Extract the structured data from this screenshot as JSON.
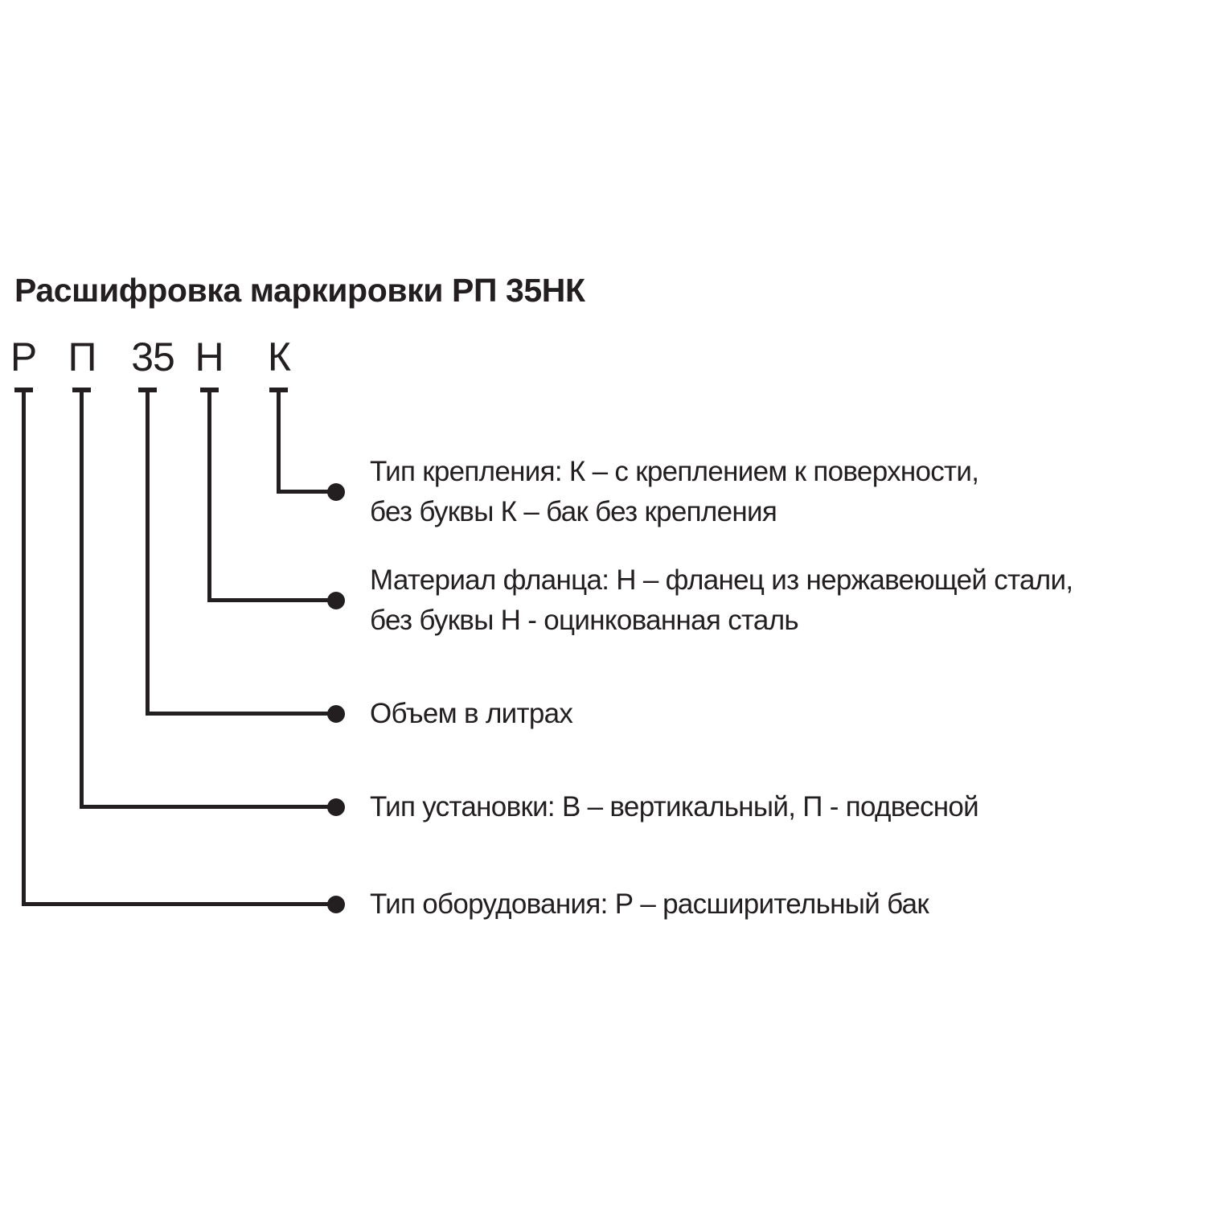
{
  "title": "Расшифровка маркировки РП 35НК",
  "marking": {
    "code": "РП 35НК",
    "characters": [
      "Р",
      "П",
      "35",
      "Н",
      "К"
    ]
  },
  "legend": {
    "items": [
      {
        "connects_to": "К",
        "lines": [
          "Тип крепления: К – с креплением к поверхности,",
          "без буквы К – бак без крепления"
        ]
      },
      {
        "connects_to": "Н",
        "lines": [
          "Материал фланца: Н – фланец из нержавеющей стали,",
          "без буквы Н - оцинкованная сталь"
        ]
      },
      {
        "connects_to": "35",
        "lines": [
          "Объем в литрах"
        ]
      },
      {
        "connects_to": "П",
        "lines": [
          "Тип установки: В – вертикальный, П - подвесной"
        ]
      },
      {
        "connects_to": "Р",
        "lines": [
          "Тип оборудования: Р – расширительный бак"
        ]
      }
    ]
  },
  "colors": {
    "ink": "#231f20",
    "background": "#ffffff"
  }
}
